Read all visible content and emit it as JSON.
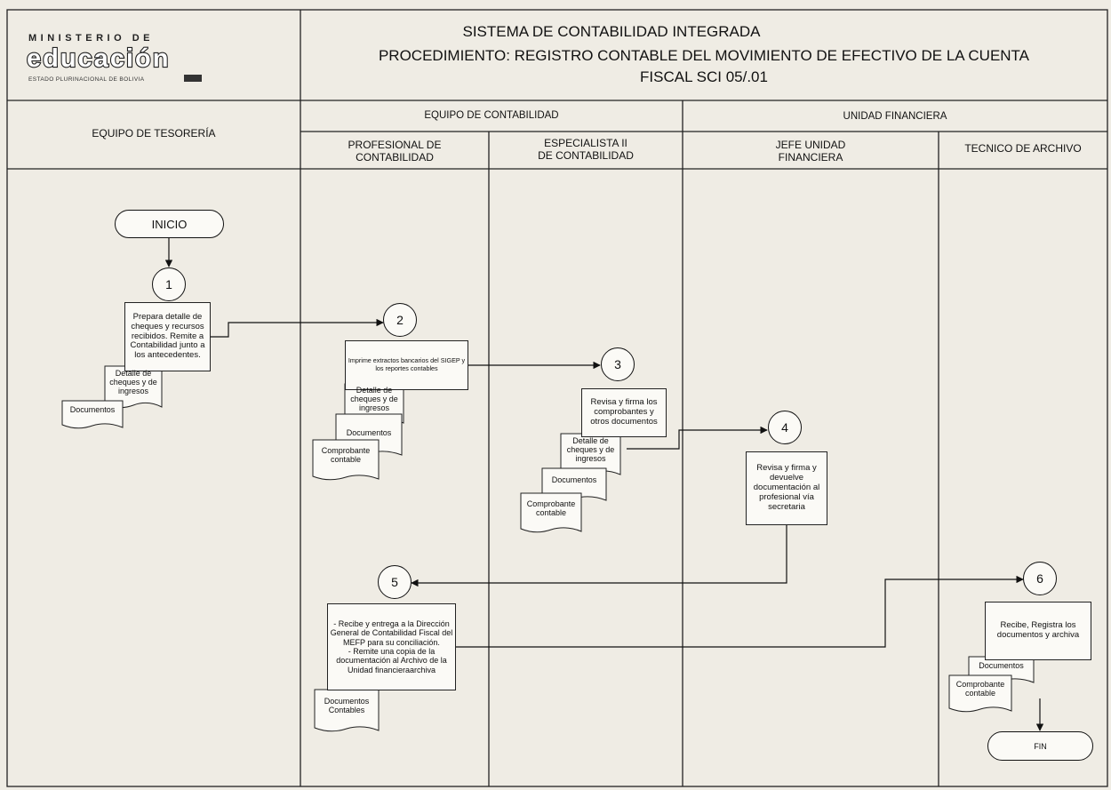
{
  "logo": {
    "top": "MINISTERIO DE",
    "main": "educación",
    "sub": "ESTADO PLURINACIONAL DE BOLIVIA"
  },
  "header": {
    "system_title": "SISTEMA DE CONTABILIDAD INTEGRADA",
    "procedure_title_line1": "PROCEDIMIENTO: REGISTRO CONTABLE DEL MOVIMIENTO DE EFECTIVO DE LA CUENTA",
    "procedure_title_line2": "FISCAL SCI 05/.01"
  },
  "groups": {
    "equipo_contabilidad": "EQUIPO DE CONTABILIDAD",
    "unidad_financiera": "UNIDAD FINANCIERA"
  },
  "lanes": {
    "tesoreria": "EQUIPO DE TESORERÍA",
    "profesional": "PROFESIONAL DE\nCONTABILIDAD",
    "especialista": "ESPECIALISTA II\nDE CONTABILIDAD",
    "jefe": "JEFE UNIDAD\nFINANCIERA",
    "archivo": "TECNICO DE ARCHIVO"
  },
  "terminals": {
    "start": "INICIO",
    "end": "FIN"
  },
  "steps": [
    {
      "number": "1",
      "text": "Prepara detalle de cheques y recursos recibidos. Remite a Contabilidad junto a los antecedentes."
    },
    {
      "number": "2",
      "text": "Imprime extractos bancarios del SIGEP y los reportes contables"
    },
    {
      "number": "3",
      "text": "Revisa y firma los comprobantes y otros documentos"
    },
    {
      "number": "4",
      "text": "Revisa y firma y devuelve documentación al profesional vía secretaria"
    },
    {
      "number": "5",
      "text": "- Recibe y entrega a la Dirección General de Contabilidad Fiscal del MEFP para su conciliación.\n- Remite una copia de la documentación al Archivo de la Unidad financieraarchiva"
    },
    {
      "number": "6",
      "text": "Recibe, Registra los documentos y archiva"
    }
  ],
  "documents": {
    "s1": [
      "Detalle de cheques y de ingresos",
      "Documentos"
    ],
    "s2": [
      "Detalle de cheques y de ingresos",
      "Documentos",
      "Comprobante contable"
    ],
    "s3": [
      "Detalle de cheques y de ingresos",
      "Documentos",
      "Comprobante contable"
    ],
    "s5": [
      "Documentos Contables"
    ],
    "s6": [
      "Documentos",
      "Comprobante contable"
    ]
  },
  "colors": {
    "background": "#efece4",
    "line": "#222222",
    "shape_fill": "#fbfaf6"
  }
}
